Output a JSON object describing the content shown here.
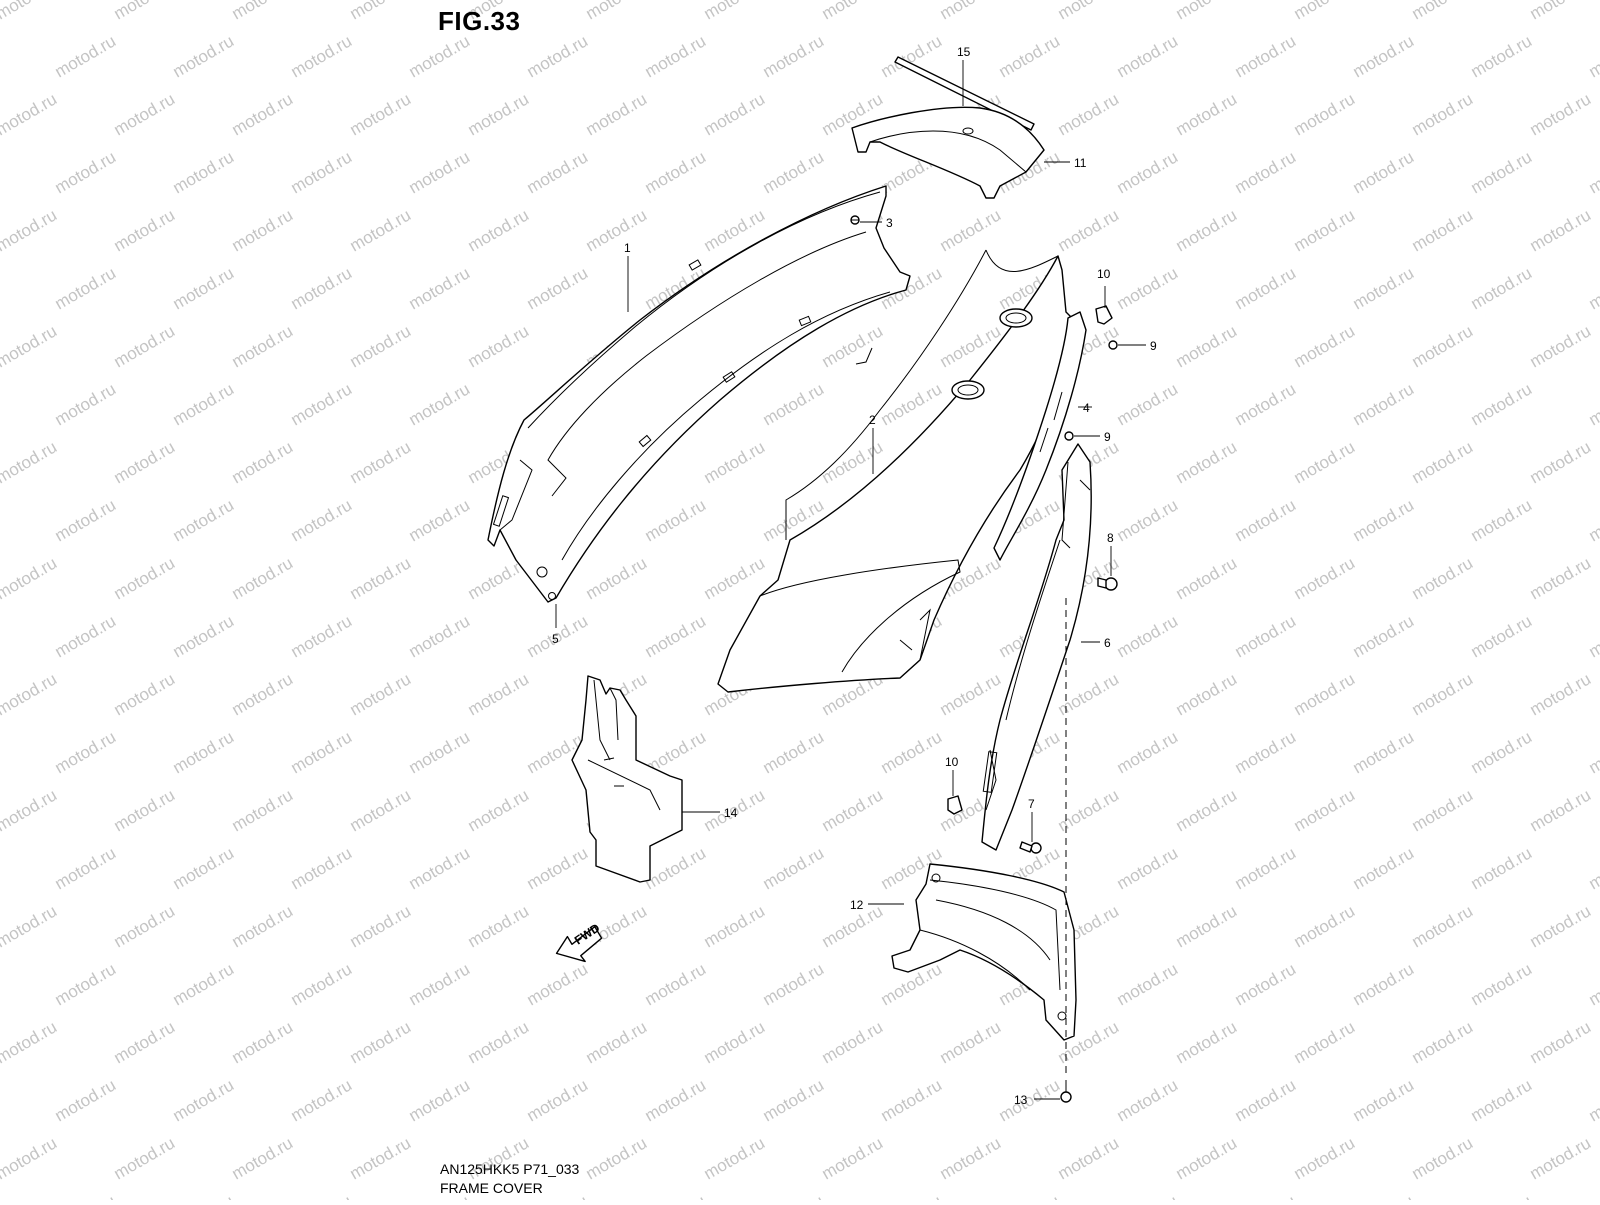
{
  "figure": {
    "title": "FIG.33",
    "model_code": "AN125HKK5 P71_033",
    "name": "FRAME COVER"
  },
  "watermark": "motod.ru",
  "fwd_label": "FWD",
  "callouts": [
    {
      "id": "1",
      "label": "1"
    },
    {
      "id": "2",
      "label": "2"
    },
    {
      "id": "3",
      "label": "3"
    },
    {
      "id": "4",
      "label": "4"
    },
    {
      "id": "5",
      "label": "5"
    },
    {
      "id": "6",
      "label": "6"
    },
    {
      "id": "7",
      "label": "7"
    },
    {
      "id": "8",
      "label": "8"
    },
    {
      "id": "9a",
      "label": "9"
    },
    {
      "id": "9b",
      "label": "9"
    },
    {
      "id": "10a",
      "label": "10"
    },
    {
      "id": "10b",
      "label": "10"
    },
    {
      "id": "11",
      "label": "11"
    },
    {
      "id": "12",
      "label": "12"
    },
    {
      "id": "13",
      "label": "13"
    },
    {
      "id": "14",
      "label": "14"
    },
    {
      "id": "15",
      "label": "15"
    }
  ],
  "colors": {
    "line": "#000000",
    "background": "#ffffff",
    "watermark": "#c4c4c4"
  }
}
